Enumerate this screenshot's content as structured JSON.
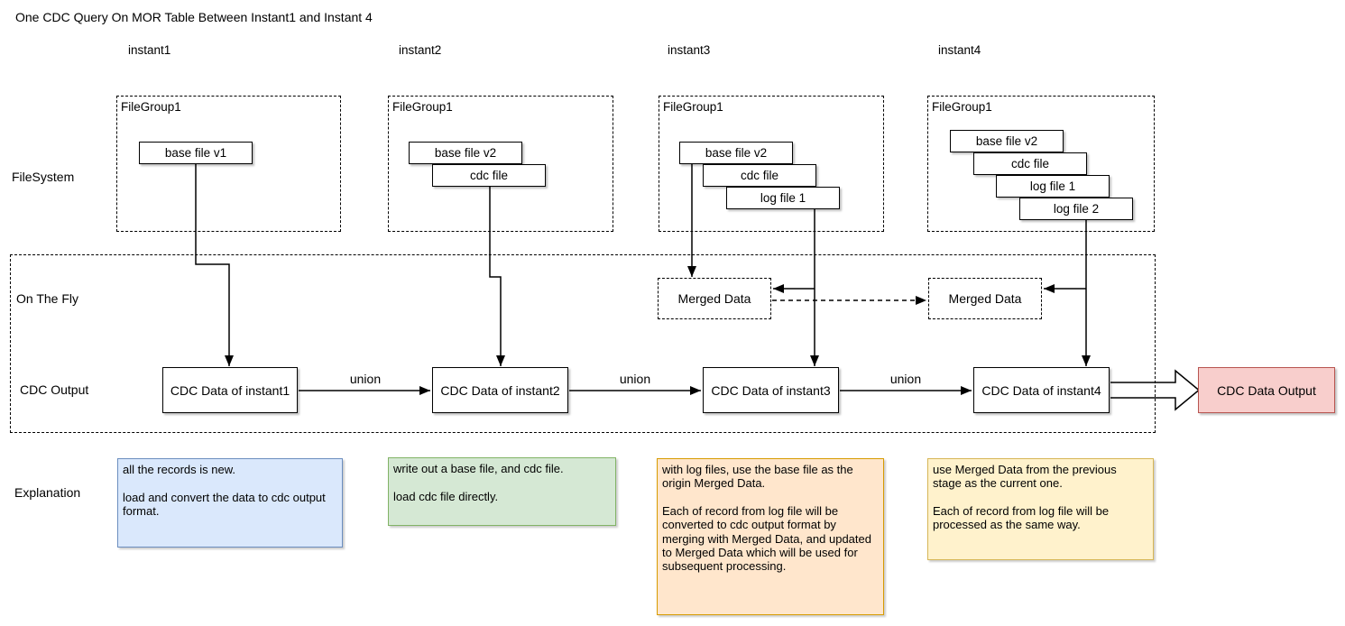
{
  "title": "One CDC Query On MOR Table Between Instant1 and Instant 4",
  "columns": [
    "instant1",
    "instant2",
    "instant3",
    "instant4"
  ],
  "row_labels": {
    "filesystem": "FileSystem",
    "on_the_fly": "On The Fly",
    "cdc_output": "CDC Output",
    "explanation": "Explanation"
  },
  "filegroups": [
    {
      "label": "FileGroup1",
      "files": [
        "base file v1"
      ]
    },
    {
      "label": "FileGroup1",
      "files": [
        "base file v2",
        "cdc file"
      ]
    },
    {
      "label": "FileGroup1",
      "files": [
        "base file v2",
        "cdc file",
        "log file 1"
      ]
    },
    {
      "label": "FileGroup1",
      "files": [
        "base file v2",
        "cdc file",
        "log file 1",
        "log file 2"
      ]
    }
  ],
  "merged_data": [
    "Merged Data",
    "Merged Data"
  ],
  "cdc_boxes": [
    "CDC Data of instant1",
    "CDC Data of instant2",
    "CDC Data of instant3",
    "CDC Data of instant4"
  ],
  "unions": [
    "union",
    "union",
    "union"
  ],
  "output_label": "CDC Data Output",
  "explanations": [
    "all the records is new.\n\nload and convert the data to cdc output format.",
    "write out a base file, and cdc file.\n\nload cdc file directly.",
    "with log files, use the base file as the origin Merged Data.\n\nEach of record from log file will be converted to cdc output format by merging with Merged Data, and updated to Merged Data which will be used for subsequent processing.",
    "use Merged Data from the previous stage as the current one.\n\nEach of record from log file will be processed as the same way."
  ],
  "colors": {
    "line": "#000000",
    "output_fill": "#f8cecc",
    "output_border": "#b85450",
    "explanation_fills": [
      "#dae8fc",
      "#d5e8d4",
      "#ffe6cc",
      "#fff2cc"
    ],
    "explanation_borders": [
      "#6c8ebf",
      "#82b366",
      "#d79b00",
      "#d6b656"
    ]
  }
}
